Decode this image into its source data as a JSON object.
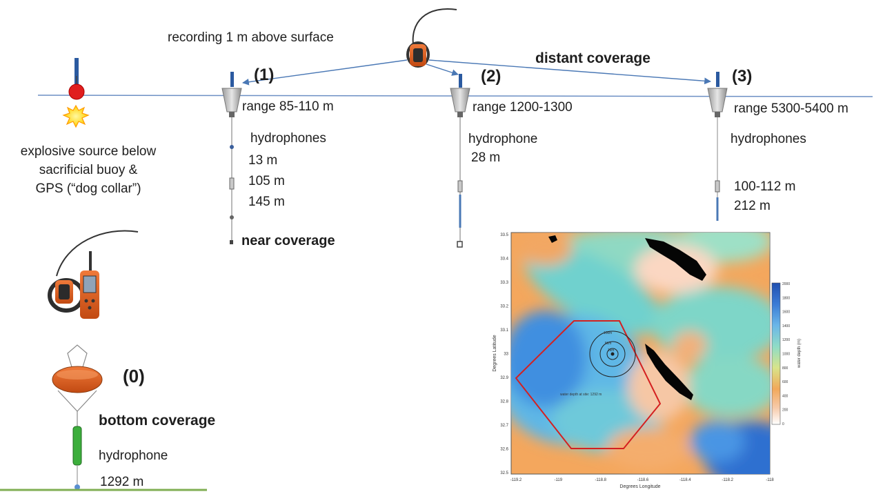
{
  "labels": {
    "recording": "recording 1 m above surface",
    "distant": "distant coverage",
    "near": "near coverage",
    "bottom": "bottom coverage",
    "source_lines": [
      "explosive source below",
      "sacrificial buoy &",
      "GPS (“dog collar”)"
    ]
  },
  "stations": [
    {
      "id": "(1)",
      "range": "range 85-110 m",
      "sensor": "hydrophones",
      "depths": [
        "13 m",
        "105 m",
        "145 m"
      ]
    },
    {
      "id": "(2)",
      "range": "range 1200-1300",
      "sensor": "hydrophone",
      "depths": [
        "28 m"
      ]
    },
    {
      "id": "(3)",
      "range": "range 5300-5400 m",
      "sensor": "hydrophones",
      "depths": [
        "100-112 m",
        "212 m"
      ]
    }
  ],
  "bottom_station": {
    "id": "(0)",
    "sensor": "hydrophone",
    "depth": "1292 m"
  },
  "map": {
    "xlabel": "Degrees Longitude",
    "ylabel": "Degrees Latitude",
    "colorbar_label": "water depth (m)",
    "x_ticks": [
      "-119.2",
      "-119",
      "-118.8",
      "-118.6",
      "-118.4",
      "-118.2",
      "-118"
    ],
    "y_ticks": [
      "33.5",
      "33.4",
      "33.3",
      "33.2",
      "33.1",
      "33",
      "32.9",
      "32.8",
      "32.7",
      "32.6",
      "32.5"
    ],
    "colorbar_ticks": [
      "2000",
      "1800",
      "1600",
      "1400",
      "1200",
      "1000",
      "800",
      "600",
      "400",
      "200",
      "0"
    ],
    "ring_labels": [
      "10km",
      "5km",
      "1km"
    ],
    "annotation": "water depth at site: 1292 m"
  }
}
